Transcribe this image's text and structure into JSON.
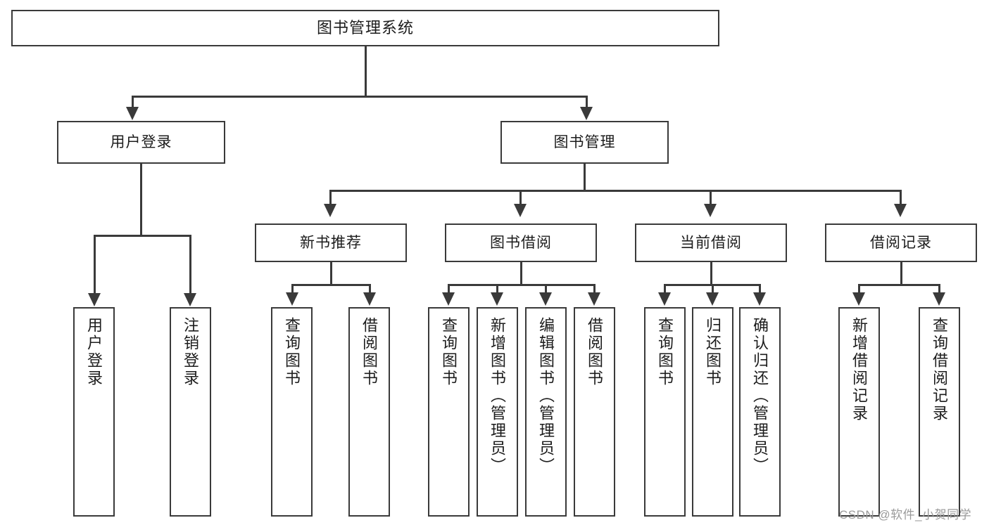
{
  "diagram": {
    "type": "tree",
    "title": "图书管理系统",
    "root": {
      "id": "root",
      "label": "图书管理系统"
    },
    "level2": [
      {
        "id": "user-login",
        "label": "用户登录"
      },
      {
        "id": "book-manage",
        "label": "图书管理"
      }
    ],
    "level3": [
      {
        "id": "new-book-recommend",
        "label": "新书推荐",
        "parent": "book-manage"
      },
      {
        "id": "book-borrow",
        "label": "图书借阅",
        "parent": "book-manage"
      },
      {
        "id": "current-borrow",
        "label": "当前借阅",
        "parent": "book-manage"
      },
      {
        "id": "borrow-record",
        "label": "借阅记录",
        "parent": "book-manage"
      }
    ],
    "leaves": {
      "user_login": [
        {
          "id": "leaf-user-login",
          "label": "用户登录"
        },
        {
          "id": "leaf-user-logout",
          "label": "注销登录"
        }
      ],
      "new_book_recommend": [
        {
          "id": "leaf-query-book-1",
          "label": "查询图书"
        },
        {
          "id": "leaf-borrow-book-1",
          "label": "借阅图书"
        }
      ],
      "book_borrow": [
        {
          "id": "leaf-query-book-2",
          "label": "查询图书"
        },
        {
          "id": "leaf-add-book",
          "label": "新增图书（管理员）"
        },
        {
          "id": "leaf-edit-book",
          "label": "编辑图书（管理员）"
        },
        {
          "id": "leaf-borrow-book-2",
          "label": "借阅图书"
        }
      ],
      "current_borrow": [
        {
          "id": "leaf-query-book-3",
          "label": "查询图书"
        },
        {
          "id": "leaf-return-book",
          "label": "归还图书"
        },
        {
          "id": "leaf-confirm-return",
          "label": "确认归还（管理员）"
        }
      ],
      "borrow_record": [
        {
          "id": "leaf-add-record",
          "label": "新增借阅记录"
        },
        {
          "id": "leaf-query-record",
          "label": "查询借阅记录"
        }
      ]
    },
    "colors": {
      "stroke": "#3a3a3a",
      "fill": "#ffffff",
      "text": "#1c1c1c",
      "watermark": "#9a9a9a"
    }
  },
  "watermark": {
    "text": "CSDN @软件_小贺同学"
  }
}
